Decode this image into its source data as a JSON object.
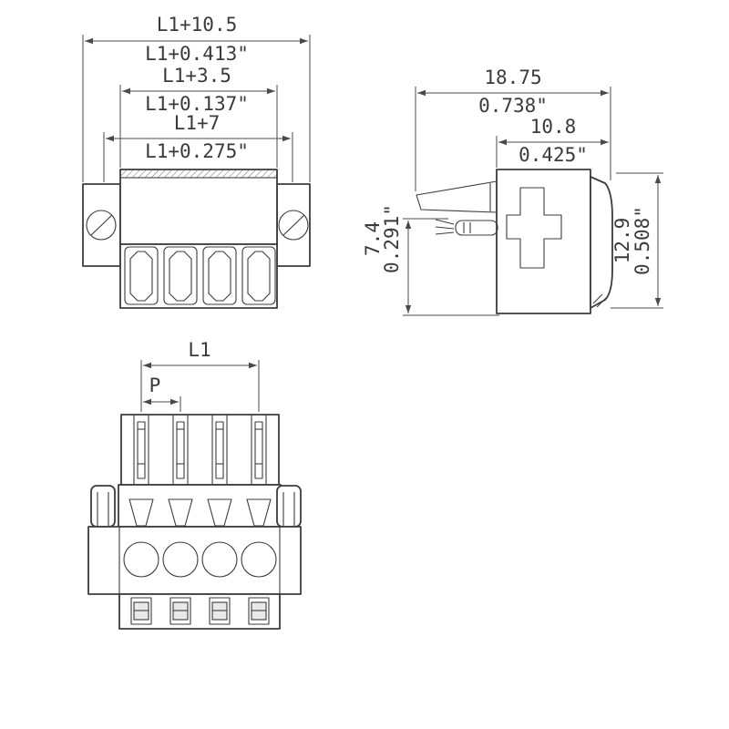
{
  "drawing": {
    "title": "connector-dimension-drawing",
    "front_view": {
      "dim_overall": {
        "metric": "L1+10.5",
        "imperial": "L1+0.413\""
      },
      "dim_body": {
        "metric": "L1+3.5",
        "imperial": "L1+0.137\""
      },
      "dim_mid": {
        "metric": "L1+7",
        "imperial": "L1+0.275\""
      }
    },
    "side_view": {
      "dim_total_depth": {
        "metric": "18.75",
        "imperial": "0.738\""
      },
      "dim_housing_depth": {
        "metric": "10.8",
        "imperial": "0.425\""
      },
      "dim_height": {
        "metric": "12.9",
        "imperial": "0.508\""
      },
      "dim_wire_axis": {
        "metric": "7.4",
        "imperial": "0.291\""
      }
    },
    "pin_view": {
      "dim_length": {
        "label": "L1"
      },
      "dim_pitch": {
        "label": "P"
      }
    }
  },
  "colors": {
    "background": "#ffffff",
    "line": "#3c3c3c",
    "dimension_line": "#4a4a4a",
    "text": "#3a3a3a"
  }
}
